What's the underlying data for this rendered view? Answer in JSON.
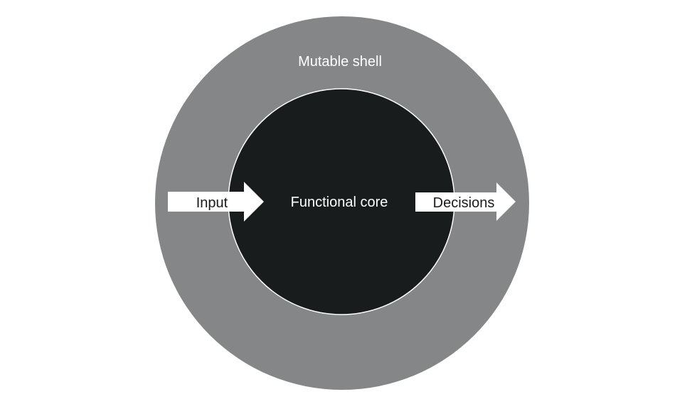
{
  "diagram": {
    "outer_label": "Mutable shell",
    "inner_label": "Functional core",
    "input_label": "Input",
    "output_label": "Decisions"
  },
  "colors": {
    "background": "#ffffff",
    "shell": "#858687",
    "core": "#181c1d",
    "core_border": "#ffffff",
    "arrow_fill": "#ffffff",
    "shell_text": "#ffffff",
    "core_text": "#ffffff",
    "arrow_text": "#1a1a1a"
  }
}
